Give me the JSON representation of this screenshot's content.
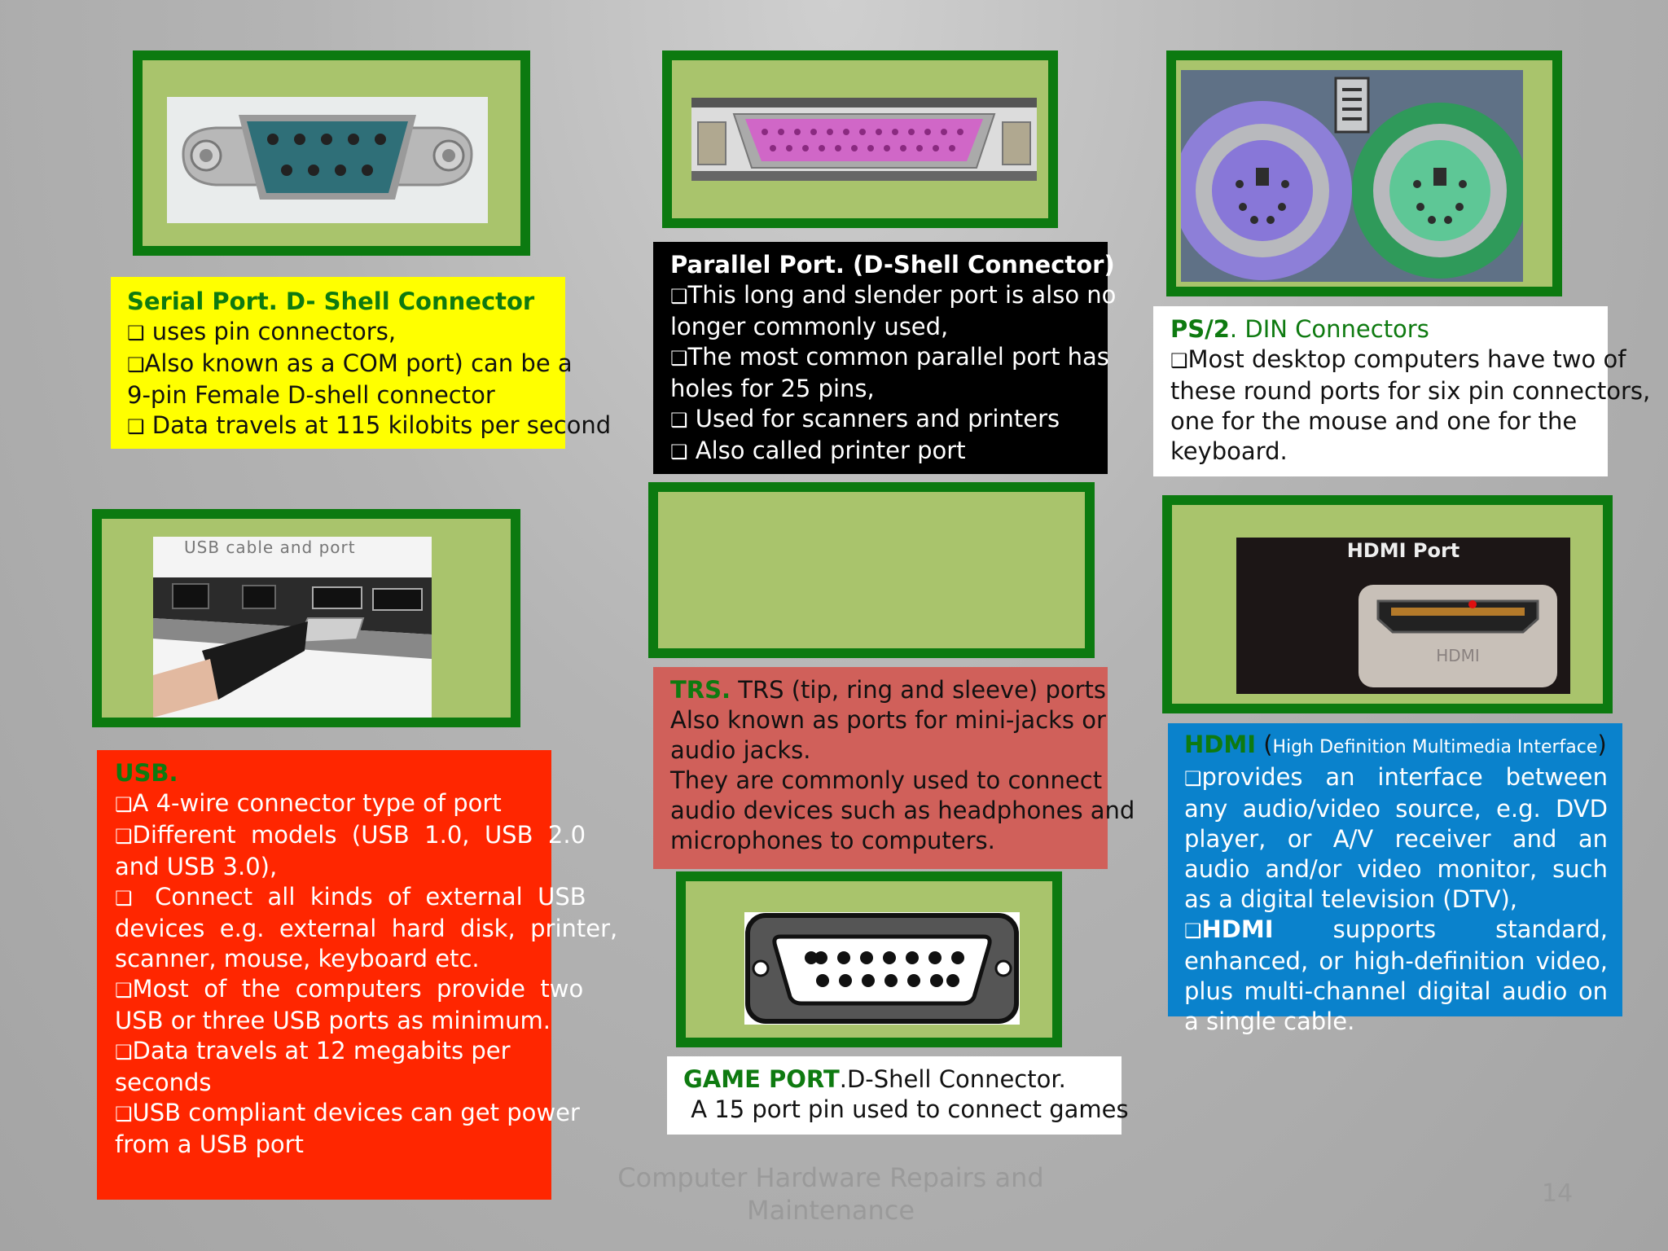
{
  "serial": {
    "title": "Serial Port.  D- Shell Connector",
    "bullet": "❑",
    "lines": [
      "uses pin connectors,",
      "Also known as a COM port) can be a",
      "9-pin  Female D-shell connector",
      "Data travels at 115 kilobits per second"
    ]
  },
  "parallel": {
    "title": "Parallel Port. (D-Shell Connector)",
    "lines": [
      "This long and slender port is also no",
      "longer commonly used,",
      "The most common parallel port has",
      "holes for 25 pins,",
      "Used for scanners and printers",
      "Also called printer port"
    ]
  },
  "ps2": {
    "title_bold": "PS/2",
    "title_rest": ". DIN Connectors",
    "lines": [
      "Most desktop computers have two of",
      "these round ports for six pin connectors,",
      "one for the mouse and one for the",
      "keyboard."
    ]
  },
  "usb": {
    "image_caption": "USB cable and port",
    "title": "USB.",
    "lines": [
      "A 4-wire connector  type of port",
      "Different  models  (USB  1.0,  USB  2.0",
      "and USB 3.0),",
      "   Connect  all  kinds  of  external  USB",
      "devices  e.g.  external  hard  disk,  printer,",
      "scanner, mouse, keyboard etc.",
      "Most  of  the  computers  provide  two",
      "USB or three USB ports as minimum.",
      "Data travels at 12 megabits per",
      "seconds",
      "USB compliant devices can get power",
      "from a USB port"
    ]
  },
  "trs": {
    "title": "TRS.",
    "lines": [
      " TRS (tip, ring and sleeve) ports",
      "Also known as ports for mini-jacks or",
      "audio jacks.",
      "They are commonly used to connect",
      "audio devices such as headphones and",
      "microphones to computers."
    ]
  },
  "hdmi": {
    "image_caption": "HDMI Port",
    "port_label": "HDMI",
    "title": "HDMI",
    "title_paren": "High Definition Multimedia Interface",
    "para1": "provides  an  interface  between  any audio/video  source,  e.g.  DVD  player,  or A/V  receiver  and  an  audio  and/or  video monitor,  such  as  a  digital  television (DTV),",
    "para2_bold": "HDMI",
    "para2": " supports  standard,  enhanced, or  high-definition  video,  plus  multi-channel digital audio on a single cable."
  },
  "game": {
    "title": "GAME PORT",
    "title_rest": ".D-Shell Connector.",
    "line2": " A 15 port pin used to connect games"
  },
  "footer": {
    "line1": "Computer Hardware Repairs and",
    "line2": "Maintenance",
    "page": "14"
  },
  "colors": {
    "frame": "#0c7a10",
    "frame_fill": "#a9c46c",
    "serial_bg": "#ffff00",
    "usb_bg": "#ff2600",
    "trs_bg": "#d0605a",
    "hdmi_bg": "#0a82cc"
  }
}
